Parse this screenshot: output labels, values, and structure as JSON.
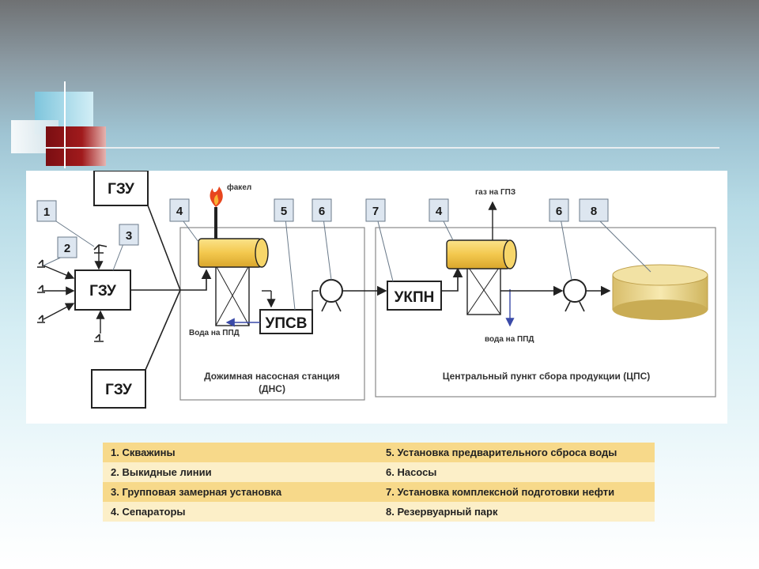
{
  "diagram": {
    "labels": {
      "gzu_top": "ГЗУ",
      "gzu_mid": "ГЗУ",
      "gzu_bottom": "ГЗУ",
      "upsv": "УПСВ",
      "ukpn": "УКПН",
      "flare": "факел",
      "gas_to_gpz": "газ на ГПЗ",
      "water_ppd_1": "Вода на ППД",
      "water_ppd_2": "вода на ППД",
      "dns_title_line1": "Дожимная насосная станция",
      "dns_title_line2": "(ДНС)",
      "cps_title": "Центральный пункт сбора продукции (ЦПС)"
    },
    "callouts": {
      "n1": "1",
      "n2": "2",
      "n3": "3",
      "n4a": "4",
      "n5": "5",
      "n6a": "6",
      "n7": "7",
      "n4b": "4",
      "n6b": "6",
      "n8": "8"
    }
  },
  "legend": [
    {
      "left": "1. Скважины",
      "right": "5. Установка предварительного сброса воды"
    },
    {
      "left": "2. Выкидные линии",
      "right": "6. Насосы"
    },
    {
      "left": "3. Групповая замерная установка",
      "right": "7. Установка комплексной подготовки нефти"
    },
    {
      "left": "4. Сепараторы",
      "right": "8. Резервуарный парк"
    }
  ],
  "colors": {
    "legend_odd": "#f7d98a",
    "legend_even": "#fcefc8",
    "separator_fill": "#f3c84e",
    "tank_fill": "#f0dd94",
    "callout_fill": "#dde6f0",
    "flame": "#e8461e",
    "water_arrow": "#3a4aa8"
  }
}
